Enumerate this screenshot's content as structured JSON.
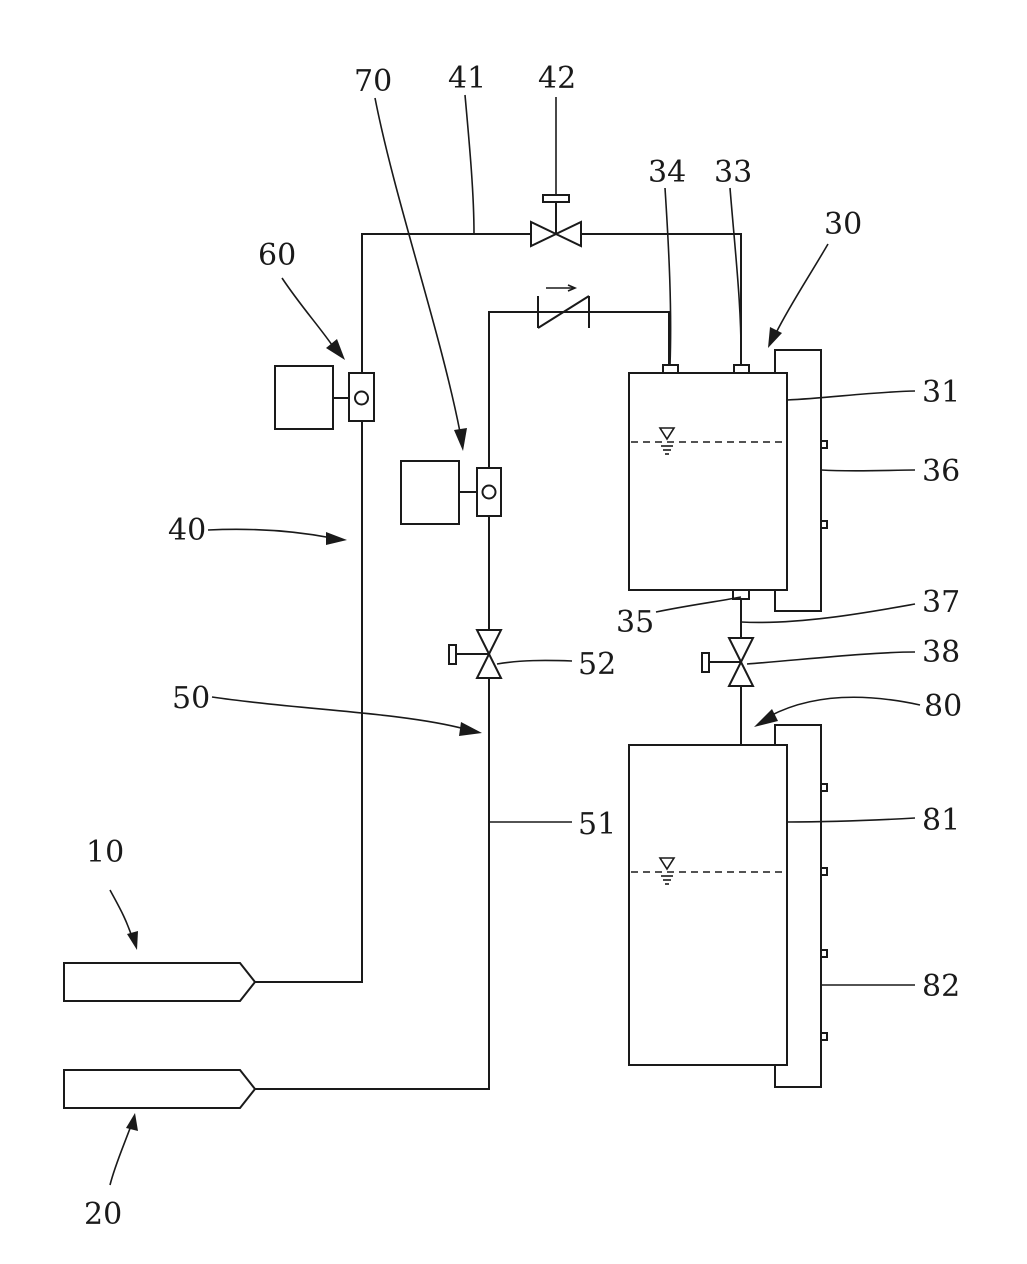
{
  "labels": {
    "r10": "10",
    "r20": "20",
    "r30": "30",
    "r31": "31",
    "r33": "33",
    "r34": "34",
    "r35": "35",
    "r36": "36",
    "r37": "37",
    "r38": "38",
    "r40": "40",
    "r41": "41",
    "r42": "42",
    "r50": "50",
    "r51": "51",
    "r52": "52",
    "r60": "60",
    "r70": "70",
    "r80": "80",
    "r81": "81",
    "r82": "82"
  },
  "colors": {
    "ink": "#1a1a1a",
    "paper": "#ffffff"
  }
}
